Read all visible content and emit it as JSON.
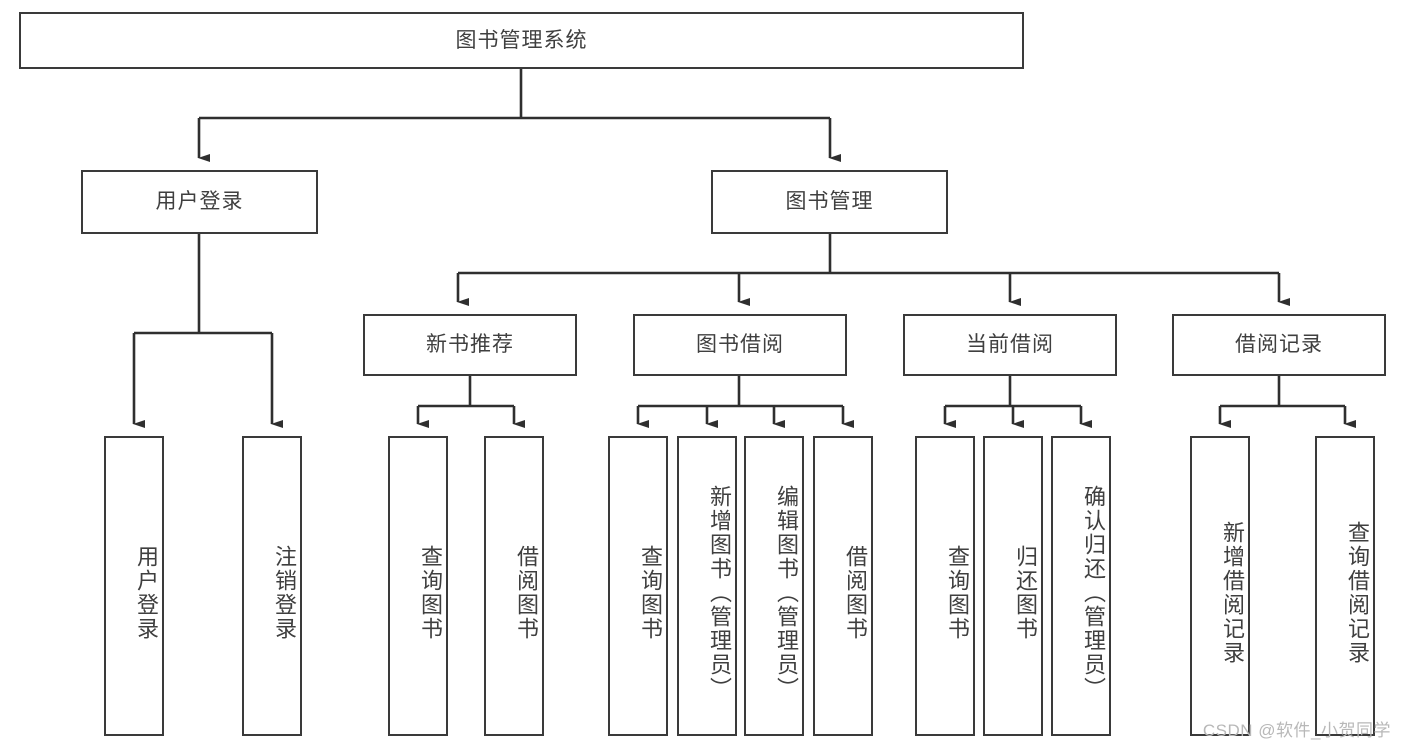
{
  "diagram": {
    "title": "图书管理系统",
    "type": "tree",
    "watermark": "CSDN @软件_小贺同学",
    "colors": {
      "box_border": "#3a3a3a",
      "text": "#3f3f3f",
      "background": "#ffffff",
      "watermark": "#b8b8b8"
    },
    "levels": {
      "root": {
        "label": "图书管理系统"
      },
      "level2": [
        {
          "label": "用户登录"
        },
        {
          "label": "图书管理"
        }
      ],
      "level3": [
        {
          "label": "新书推荐"
        },
        {
          "label": "图书借阅"
        },
        {
          "label": "当前借阅"
        },
        {
          "label": "借阅记录"
        }
      ],
      "leaves": {
        "user_login": [
          {
            "label": "用户登录"
          },
          {
            "label": "注销登录"
          }
        ],
        "new_book_recommend": [
          {
            "label": "查询图书"
          },
          {
            "label": "借阅图书"
          }
        ],
        "book_borrow": [
          {
            "label": "查询图书"
          },
          {
            "label": "新增图书（管理员）"
          },
          {
            "label": "编辑图书（管理员）"
          },
          {
            "label": "借阅图书"
          }
        ],
        "current_borrow": [
          {
            "label": "查询图书"
          },
          {
            "label": "归还图书"
          },
          {
            "label": "确认归还（管理员）"
          }
        ],
        "borrow_record": [
          {
            "label": "新增借阅记录"
          },
          {
            "label": "查询借阅记录"
          }
        ]
      }
    }
  }
}
